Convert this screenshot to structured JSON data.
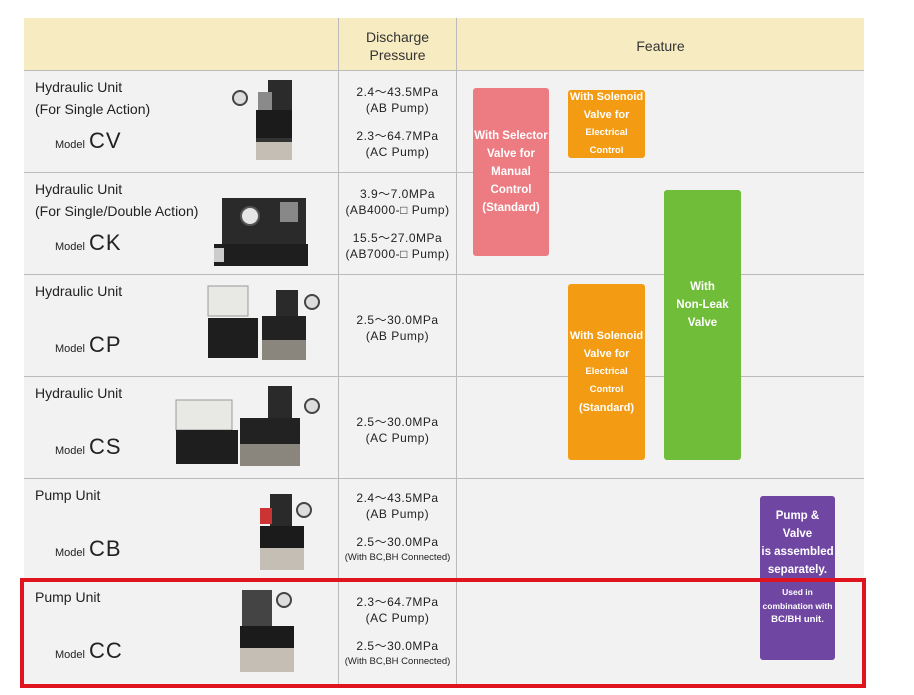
{
  "header": {
    "discharge_pressure_line1": "Discharge",
    "discharge_pressure_line2": "Pressure",
    "feature": "Feature"
  },
  "rows": [
    {
      "label_line1": "Hydraulic Unit",
      "label_line2": "(For Single Action)",
      "model_prefix": "Model",
      "model_code": "CV",
      "pressure": [
        {
          "value": "2.4～43.5MPa",
          "note": "(AB Pump)"
        },
        {
          "value": "2.3～64.7MPa",
          "note": "(AC Pump)"
        }
      ]
    },
    {
      "label_line1": "Hydraulic Unit",
      "label_line2": "(For Single/Double Action)",
      "model_prefix": "Model",
      "model_code": "CK",
      "pressure": [
        {
          "value": "3.9～7.0MPa",
          "note": "(AB4000-□ Pump)"
        },
        {
          "value": "15.5～27.0MPa",
          "note": "(AB7000-□ Pump)"
        }
      ]
    },
    {
      "label_line1": "Hydraulic Unit",
      "label_line2": "",
      "model_prefix": "Model",
      "model_code": "CP",
      "pressure": [
        {
          "value": "2.5～30.0MPa",
          "note": "(AB Pump)"
        }
      ]
    },
    {
      "label_line1": "Hydraulic Unit",
      "label_line2": "",
      "model_prefix": "Model",
      "model_code": "CS",
      "pressure": [
        {
          "value": "2.5～30.0MPa",
          "note": "(AC Pump)"
        }
      ]
    },
    {
      "label_line1": "Pump Unit",
      "label_line2": "",
      "model_prefix": "Model",
      "model_code": "CB",
      "pressure": [
        {
          "value": "2.4～43.5MPa",
          "note": "(AB Pump)"
        },
        {
          "value": "2.5～30.0MPa",
          "note": "(With BC,BH Connected)"
        }
      ]
    },
    {
      "label_line1": "Pump Unit",
      "label_line2": "",
      "model_prefix": "Model",
      "model_code": "CC",
      "pressure": [
        {
          "value": "2.3～64.7MPa",
          "note": "(AC Pump)"
        },
        {
          "value": "2.5～30.0MPa",
          "note": "(With BC,BH Connected)"
        }
      ]
    }
  ],
  "features": {
    "selector_valve": [
      "With Selector",
      "Valve for",
      "Manual",
      "Control",
      "(Standard)"
    ],
    "solenoid_valve_1": [
      "With Solenoid",
      "Valve for",
      "Electrical Control"
    ],
    "solenoid_valve_2": [
      "With Solenoid",
      "Valve for",
      "Electrical Control",
      "(Standard)"
    ],
    "non_leak_valve": [
      "With",
      "Non-Leak",
      "Valve"
    ],
    "pump_valve": [
      "Pump & Valve",
      "is assembled",
      "separately."
    ],
    "pump_valve_note": [
      "Used in",
      "combination with",
      "BC/BH unit."
    ]
  },
  "colors": {
    "header_bg": "#f7ebc1",
    "table_bg": "#f2f2f2",
    "pink": "#ec7b82",
    "orange": "#f39b13",
    "green": "#70bd3a",
    "purple": "#7046a3",
    "highlight": "#e0141e"
  }
}
